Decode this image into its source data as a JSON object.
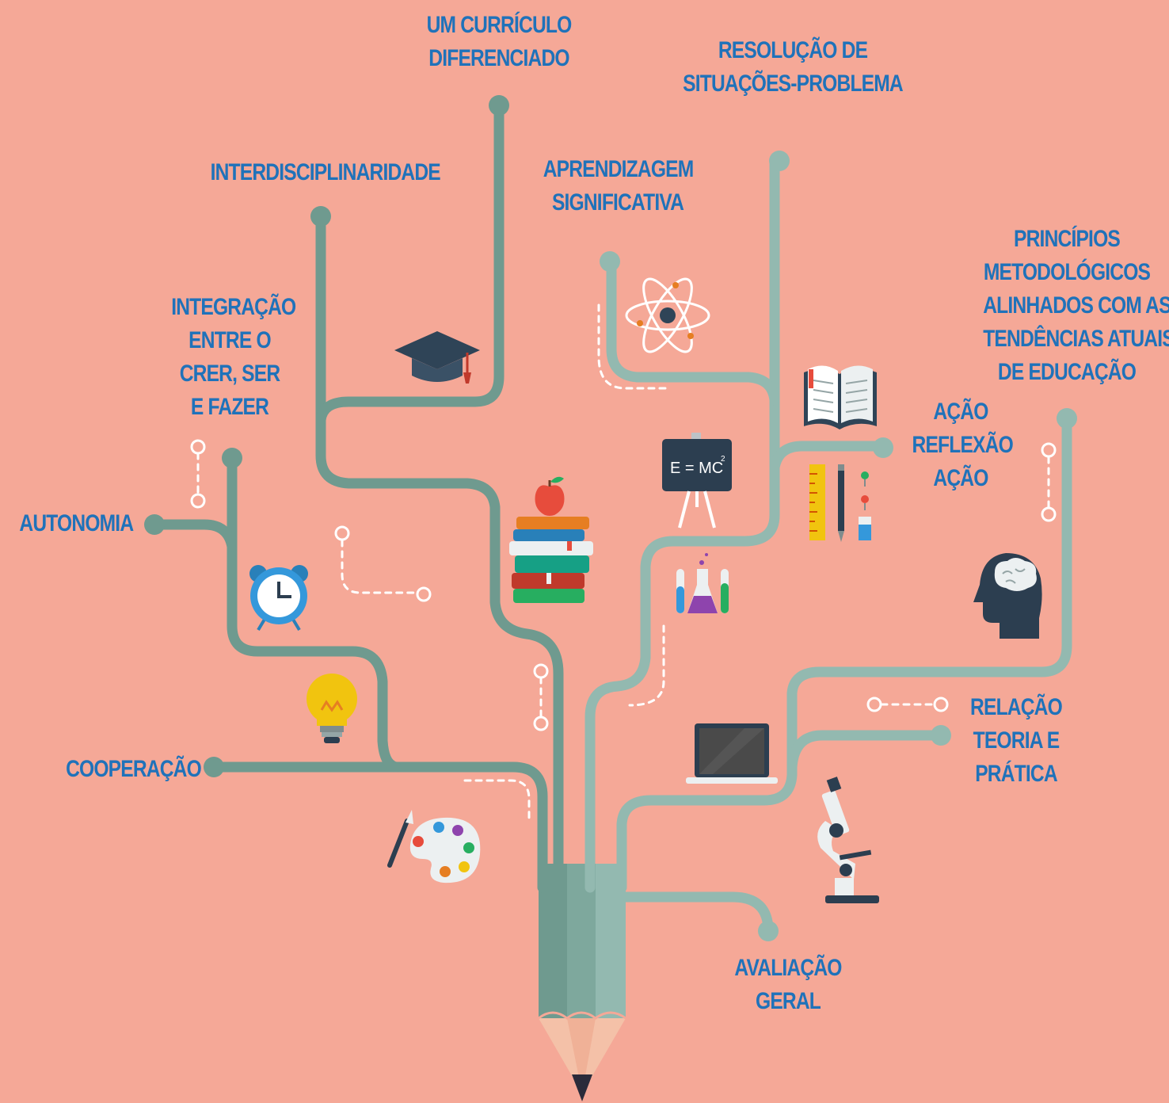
{
  "colors": {
    "background": "#f5a897",
    "branch_dark": "#6f9a8f",
    "branch_light": "#93b9b0",
    "label": "#1f72ba"
  },
  "labels": {
    "curriculo": [
      "UM CURRÍCULO",
      "DIFERENCIADO"
    ],
    "resolucao": [
      "RESOLUÇÃO DE",
      "SITUAÇÕES-PROBLEMA"
    ],
    "interdisciplinaridade": [
      "INTERDISCIPLINARIDADE"
    ],
    "aprendizagem": [
      "APRENDIZAGEM",
      "SIGNIFICATIVA"
    ],
    "principios": [
      "PRINCÍPIOS",
      "METODOLÓGICOS",
      "ALINHADOS COM AS",
      "TENDÊNCIAS ATUAIS",
      "DE EDUCAÇÃO"
    ],
    "integracao": [
      "INTEGRAÇÃO",
      "ENTRE O",
      "CRER, SER",
      "E FAZER"
    ],
    "acao": [
      "AÇÃO",
      "REFLEXÃO",
      "AÇÃO"
    ],
    "autonomia": [
      "AUTONOMIA"
    ],
    "relacao": [
      "RELAÇÃO",
      "TEORIA E",
      "PRÁTICA"
    ],
    "cooperacao": [
      "COOPERAÇÃO"
    ],
    "avaliacao": [
      "AVALIAÇÃO",
      "GERAL"
    ]
  },
  "chalkboard_formula": "E = MC",
  "chalkboard_exponent": "2",
  "icons": [
    "graduation-cap-icon",
    "atom-icon",
    "open-book-icon",
    "chalkboard-icon",
    "book-stack-icon",
    "stationery-icon",
    "alarm-clock-icon",
    "test-tubes-icon",
    "brain-head-icon",
    "light-bulb-icon",
    "laptop-icon",
    "paint-palette-icon",
    "microscope-icon",
    "pencil-icon"
  ]
}
